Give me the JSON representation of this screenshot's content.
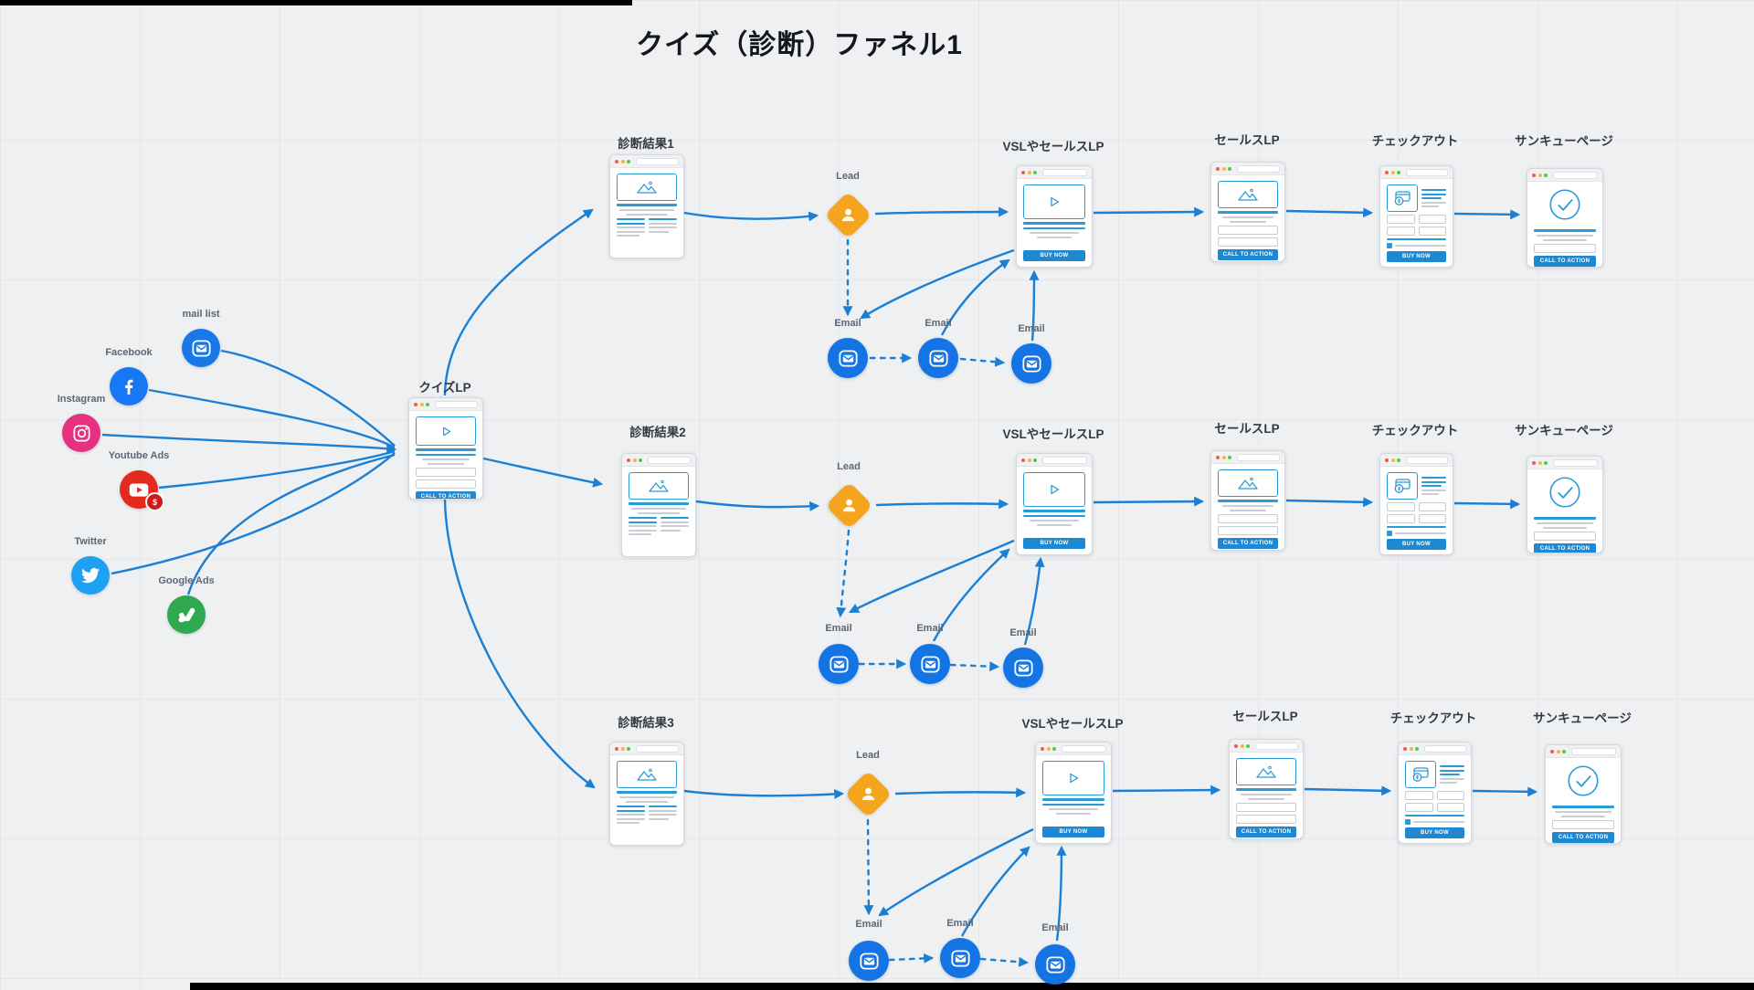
{
  "title": "クイズ（診断）ファネル1",
  "colors": {
    "arrow": "#1b7fd4",
    "page_accent": "#2b9bd7",
    "button": "#1e88d2",
    "lead": "#f5a41d",
    "email": "#1474e4",
    "mail_list": "#1778ea",
    "facebook": "#1877f2",
    "instagram": "#e5317f",
    "youtube": "#e32a1c",
    "twitter": "#1da1f2",
    "google_ads": "#2fa84f",
    "background": "#eef0f2"
  },
  "sources": [
    {
      "label": "mail list",
      "icon": "mail-icon"
    },
    {
      "label": "Facebook",
      "icon": "facebook-icon"
    },
    {
      "label": "Instagram",
      "icon": "instagram-icon"
    },
    {
      "label": "Youtube Ads",
      "icon": "youtube-ads-icon",
      "badge": "$"
    },
    {
      "label": "Twitter",
      "icon": "twitter-icon"
    },
    {
      "label": "Google Ads",
      "icon": "google-ads-icon"
    }
  ],
  "quiz_lp": {
    "label": "クイズLP",
    "cta": "CALL TO ACTION"
  },
  "rows": [
    {
      "result": {
        "label": "診断結果1"
      },
      "lead": "Lead",
      "emails": [
        "Email",
        "Email",
        "Email"
      ],
      "vsl": {
        "label": "VSLやセールスLP",
        "cta": "BUY NOW"
      },
      "sales": {
        "label": "セールスLP",
        "cta": "CALL TO ACTION"
      },
      "checkout": {
        "label": "チェックアウト",
        "cta": "BUY NOW"
      },
      "thankyou": {
        "label": "サンキューページ",
        "cta": "CALL TO ACTION"
      }
    },
    {
      "result": {
        "label": "診断結果2"
      },
      "lead": "Lead",
      "emails": [
        "Email",
        "Email",
        "Email"
      ],
      "vsl": {
        "label": "VSLやセールスLP",
        "cta": "BUY NOW"
      },
      "sales": {
        "label": "セールスLP",
        "cta": "CALL TO ACTION"
      },
      "checkout": {
        "label": "チェックアウト",
        "cta": "BUY NOW"
      },
      "thankyou": {
        "label": "サンキューページ",
        "cta": "CALL TO ACTION"
      }
    },
    {
      "result": {
        "label": "診断結果3"
      },
      "lead": "Lead",
      "emails": [
        "Email",
        "Email",
        "Email"
      ],
      "vsl": {
        "label": "VSLやセールスLP",
        "cta": "BUY NOW"
      },
      "sales": {
        "label": "セールスLP",
        "cta": "CALL TO ACTION"
      },
      "checkout": {
        "label": "チェックアウト",
        "cta": "BUY NOW"
      },
      "thankyou": {
        "label": "サンキューページ",
        "cta": "CALL TO ACTION"
      }
    }
  ]
}
